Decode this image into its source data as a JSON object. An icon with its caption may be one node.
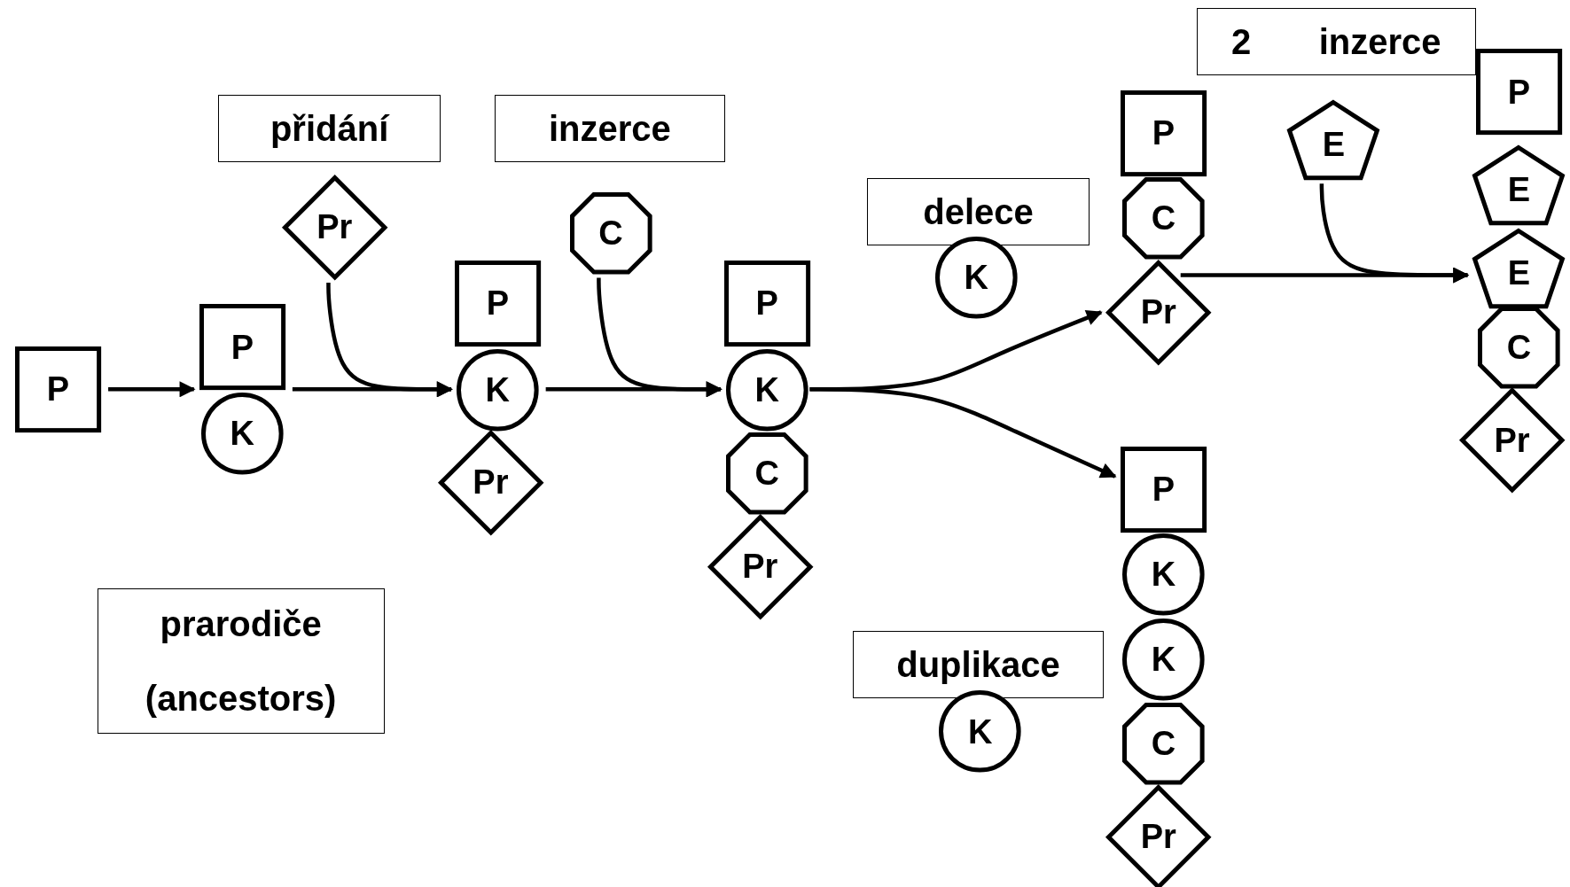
{
  "diagram": {
    "nodes": [
      {
        "text": [
          "P"
        ]
      },
      {
        "text": [
          "P"
        ]
      },
      {
        "text": [
          "K"
        ]
      },
      {
        "text": [
          "přidání"
        ]
      },
      {
        "text": [
          "Pr"
        ]
      },
      {
        "text": [
          "P"
        ]
      },
      {
        "text": [
          "K"
        ]
      },
      {
        "text": [
          "Pr"
        ]
      },
      {
        "text": [
          "inzerce"
        ]
      },
      {
        "text": [
          "C"
        ]
      },
      {
        "text": [
          "P"
        ]
      },
      {
        "text": [
          "K"
        ]
      },
      {
        "text": [
          "C"
        ]
      },
      {
        "text": [
          "Pr"
        ]
      },
      {
        "text": [
          "delece"
        ]
      },
      {
        "text": [
          "K"
        ]
      },
      {
        "text": [
          "P"
        ]
      },
      {
        "text": [
          "C"
        ]
      },
      {
        "text": [
          "Pr"
        ]
      },
      {
        "text": [
          "duplikace"
        ]
      },
      {
        "text": [
          "K"
        ]
      },
      {
        "text": [
          "P"
        ]
      },
      {
        "text": [
          "K"
        ]
      },
      {
        "text": [
          "K"
        ]
      },
      {
        "text": [
          "C"
        ]
      },
      {
        "text": [
          "Pr"
        ]
      },
      {
        "text": [
          "2",
          "inzerce"
        ]
      },
      {
        "text": [
          "E"
        ]
      },
      {
        "text": [
          "P"
        ]
      },
      {
        "text": [
          "E"
        ]
      },
      {
        "text": [
          "E"
        ]
      },
      {
        "text": [
          "C"
        ]
      },
      {
        "text": [
          "Pr"
        ]
      },
      {
        "text": [
          "prarodiče (ancestors)"
        ]
      }
    ],
    "edges": [
      {
        "from": 0,
        "to": 1,
        "arrow": "to"
      },
      {
        "from": 1,
        "to": 6,
        "arrow": "to"
      },
      {
        "from": 4,
        "to": 6,
        "arrow": "to"
      },
      {
        "from": 6,
        "to": 11,
        "arrow": "to"
      },
      {
        "from": 9,
        "to": 11,
        "arrow": "to"
      },
      {
        "from": 11,
        "to": 18,
        "arrow": "to"
      },
      {
        "from": 11,
        "to": 21,
        "arrow": "to"
      },
      {
        "from": 18,
        "to": 30,
        "arrow": "to"
      },
      {
        "from": 27,
        "to": 30,
        "arrow": "to"
      }
    ]
  }
}
